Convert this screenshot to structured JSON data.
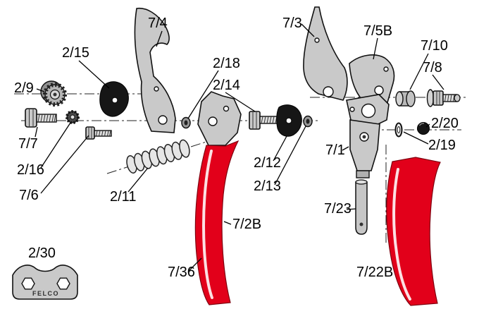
{
  "diagram": {
    "brand_text": "FELCO",
    "colors": {
      "handle_red": "#e2001a",
      "metal_grey": "#c9c9c9",
      "part_black": "#161616",
      "line_black": "#000000",
      "background": "#ffffff"
    },
    "labels": {
      "p7_4": "7/4",
      "p2_15": "2/15",
      "p2_9": "2/9",
      "p7_7": "7/7",
      "p2_16": "2/16",
      "p7_6": "7/6",
      "p2_11": "2/11",
      "p2_18": "2/18",
      "p2_14": "2/14",
      "p2_12": "2/12",
      "p2_13": "2/13",
      "p7_3": "7/3",
      "p7_5B": "7/5B",
      "p7_10": "7/10",
      "p7_8": "7/8",
      "p2_20": "2/20",
      "p2_19": "2/19",
      "p7_1": "7/1",
      "p7_23": "7/23",
      "p7_2B": "7/2B",
      "p7_36": "7/36",
      "p7_22B": "7/22B",
      "p2_30": "2/30"
    }
  }
}
